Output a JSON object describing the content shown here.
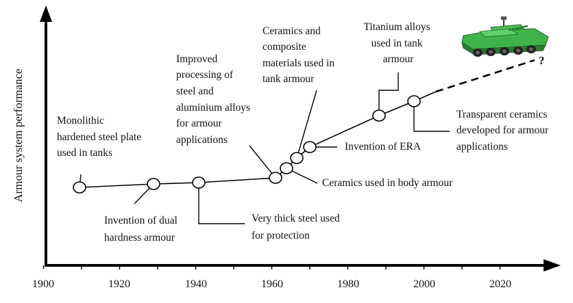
{
  "y_axis_label": "Armour system performance",
  "x_ticks": [
    "1900",
    "1920",
    "1940",
    "1960",
    "1980",
    "2000",
    "2020"
  ],
  "projection_mark": "?",
  "milestones": [
    {
      "year": 1909,
      "level": 0.0,
      "lines": [
        "Monolithic",
        "hardened steel plate",
        "used in tanks"
      ]
    },
    {
      "year": 1928,
      "level": 0.01,
      "lines": [
        "Invention of dual",
        "hardness armour"
      ]
    },
    {
      "year": 1940,
      "level": 0.02,
      "lines": [
        "Very thick steel used",
        "for protection"
      ]
    },
    {
      "year": 1960,
      "level": 0.04,
      "lines": [
        "Improved",
        "processing of",
        "steel and",
        "aluminium alloys",
        "for armour",
        "applications"
      ]
    },
    {
      "year": 1963,
      "level": 0.09,
      "lines": [
        "Ceramics used in body armour"
      ]
    },
    {
      "year": 1966,
      "level": 0.16,
      "lines": [
        "Ceramics and",
        "composite",
        "materials used in",
        "tank armour"
      ]
    },
    {
      "year": 1969,
      "level": 0.23,
      "lines": [
        "Invention of ERA"
      ]
    },
    {
      "year": 1986,
      "level": 0.4,
      "lines": [
        "Titanium alloys",
        "used in tank",
        "armour"
      ]
    },
    {
      "year": 1995,
      "level": 0.5,
      "lines": [
        "Transparent ceramics",
        "developed for armour",
        "applications"
      ]
    }
  ],
  "colors": {
    "vehicle_body": "#3fb34a",
    "vehicle_dark": "#2a7a33",
    "wheel": "#222222"
  }
}
